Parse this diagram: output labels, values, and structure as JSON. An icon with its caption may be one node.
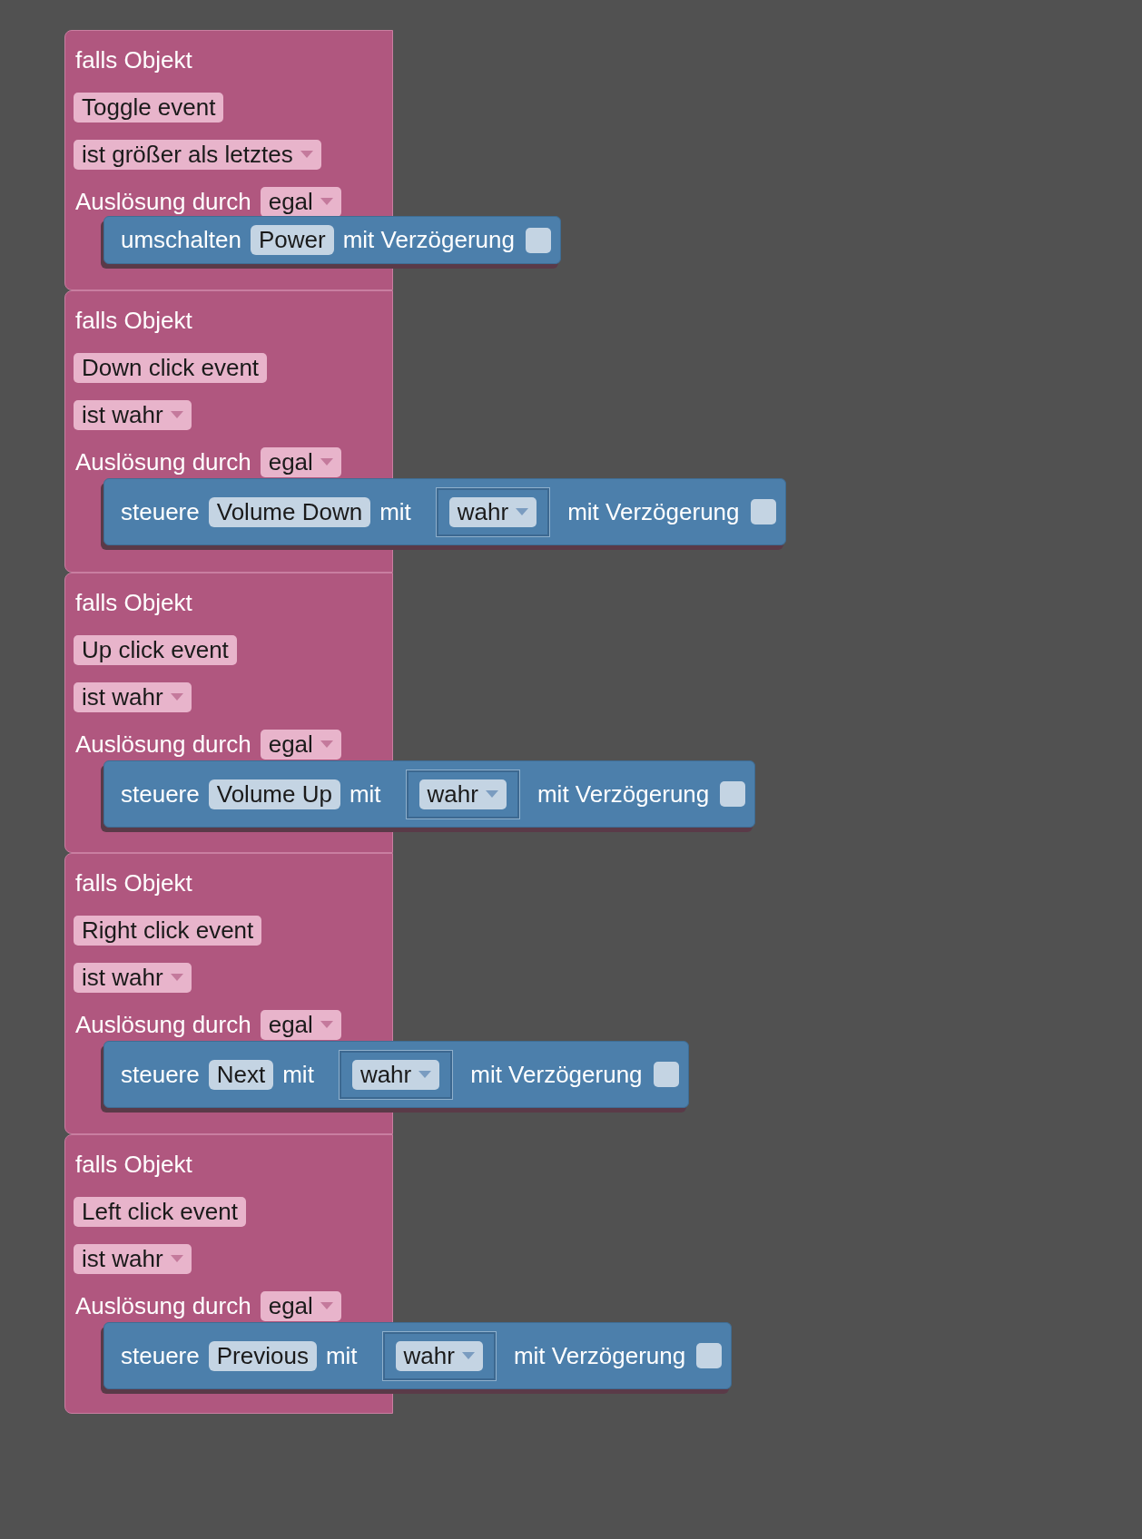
{
  "diagram": {
    "nodes": [
      {
        "text": [
          "falls Objekt",
          "Toggle event",
          "ist größer als letztes",
          "Auslösung durch",
          "egal"
        ]
      },
      {
        "text": [
          "umschalten",
          "Power",
          "mit Verzögerung"
        ]
      },
      {
        "text": [
          "falls Objekt",
          "Down click event",
          "ist wahr",
          "Auslösung durch",
          "egal"
        ]
      },
      {
        "text": [
          "steuere",
          "Volume Down",
          "mit",
          "mit Verzögerung"
        ]
      },
      {
        "text": [
          "wahr"
        ],
        "in": 3
      },
      {
        "text": [
          "falls Objekt",
          "Up click event",
          "ist wahr",
          "Auslösung durch",
          "egal"
        ]
      },
      {
        "text": [
          "steuere",
          "Volume Up",
          "mit",
          "mit Verzögerung"
        ]
      },
      {
        "text": [
          "wahr"
        ],
        "in": 6
      },
      {
        "text": [
          "falls Objekt",
          "Right click event",
          "ist wahr",
          "Auslösung durch",
          "egal"
        ]
      },
      {
        "text": [
          "steuere",
          "Next",
          "mit",
          "mit Verzögerung"
        ]
      },
      {
        "text": [
          "wahr"
        ],
        "in": 9
      },
      {
        "text": [
          "falls Objekt",
          "Left click event",
          "ist wahr",
          "Auslösung durch",
          "egal"
        ]
      },
      {
        "text": [
          "steuere",
          "Previous",
          "mit",
          "mit Verzögerung"
        ]
      },
      {
        "text": [
          "wahr"
        ],
        "in": 12
      }
    ]
  }
}
